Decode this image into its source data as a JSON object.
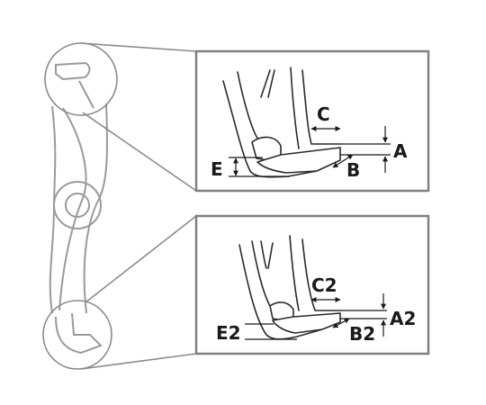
{
  "diagram": {
    "top_panel_labels": {
      "a": "A",
      "b": "B",
      "c": "C",
      "e": "E"
    },
    "bottom_panel_labels": {
      "a": "A2",
      "b": "B2",
      "c": "C2",
      "e": "E2"
    },
    "colors": {
      "ink": "#2a2a2a",
      "frame": "#808080",
      "background": "#ffffff"
    }
  }
}
